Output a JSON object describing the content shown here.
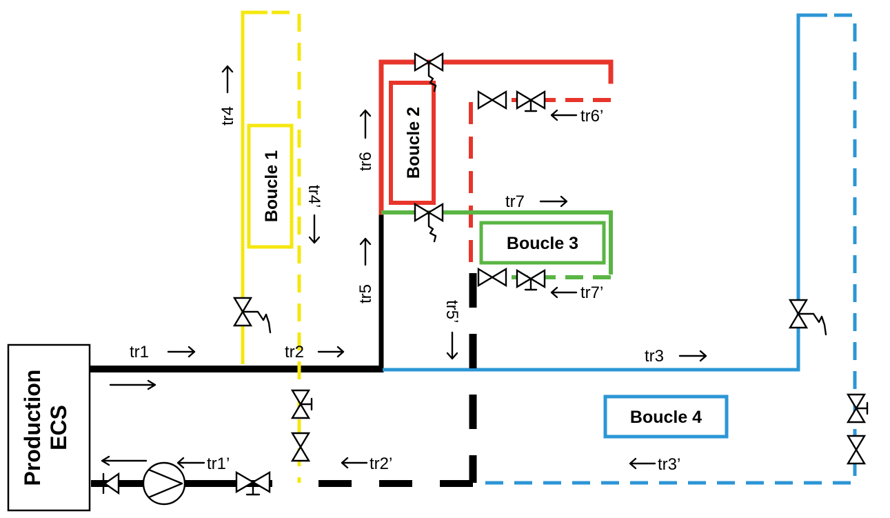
{
  "production_box": {
    "line1": "Production",
    "line2": "ECS"
  },
  "loops": {
    "boucle1": "Boucle 1",
    "boucle2": "Boucle 2",
    "boucle3": "Boucle 3",
    "boucle4": "Boucle 4"
  },
  "segments": {
    "tr1": "tr1",
    "tr2": "tr2",
    "tr3": "tr3",
    "tr4": "tr4",
    "tr5": "tr5",
    "tr6": "tr6",
    "tr7": "tr7",
    "tr1p": "tr1’",
    "tr2p": "tr2’",
    "tr3p": "tr3’",
    "tr4p": "tr4’",
    "tr5p": "tr5’",
    "tr6p": "tr6’",
    "tr7p": "tr7’"
  },
  "icons": {
    "valve": "valve-icon",
    "balancing_valve": "balancing-valve-icon",
    "pump": "pump-icon",
    "check_valve": "check-valve-icon",
    "flow_arrow": "flow-arrow-icon"
  },
  "colors": {
    "main": "#000000",
    "boucle1": "#f5e70f",
    "boucle2": "#e8352b",
    "boucle3": "#5ab544",
    "boucle4": "#2c96d6"
  }
}
